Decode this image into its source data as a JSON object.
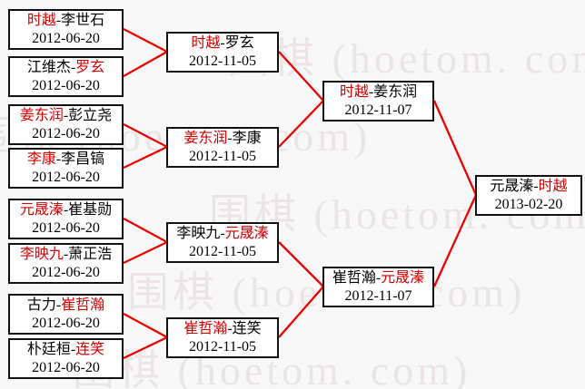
{
  "ui": {
    "separator": "-"
  },
  "watermark": {
    "text": "围棋 (hoetom. com)"
  },
  "colors": {
    "background": "#f8f8f8",
    "box_border": "#111111",
    "winner_text": "#d40000",
    "normal_text": "#000000",
    "connector_line": "#ee0000",
    "watermark_text": "#eae4e4"
  },
  "matches": [
    {
      "round": 1,
      "p1": "时越",
      "p2": "李世石",
      "date": "2012-06-20",
      "winner": 1
    },
    {
      "round": 1,
      "p1": "江维杰",
      "p2": "罗玄",
      "date": "2012-06-20",
      "winner": 2
    },
    {
      "round": 1,
      "p1": "姜东润",
      "p2": "彭立尧",
      "date": "2012-06-20",
      "winner": 1
    },
    {
      "round": 1,
      "p1": "李康",
      "p2": "李昌镐",
      "date": "2012-06-20",
      "winner": 1
    },
    {
      "round": 1,
      "p1": "元晟溱",
      "p2": "崔基勋",
      "date": "2012-06-20",
      "winner": 1
    },
    {
      "round": 1,
      "p1": "李映九",
      "p2": "萧正浩",
      "date": "2012-06-20",
      "winner": 1
    },
    {
      "round": 1,
      "p1": "古力",
      "p2": "崔哲瀚",
      "date": "2012-06-20",
      "winner": 2
    },
    {
      "round": 1,
      "p1": "朴廷桓",
      "p2": "连笑",
      "date": "2012-06-20",
      "winner": 2
    },
    {
      "round": 2,
      "p1": "时越",
      "p2": "罗玄",
      "date": "2012-11-05",
      "winner": 1
    },
    {
      "round": 2,
      "p1": "姜东润",
      "p2": "李康",
      "date": "2012-11-05",
      "winner": 1
    },
    {
      "round": 2,
      "p1": "李映九",
      "p2": "元晟溱",
      "date": "2012-11-05",
      "winner": 2
    },
    {
      "round": 2,
      "p1": "崔哲瀚",
      "p2": "连笑",
      "date": "2012-11-05",
      "winner": 1
    },
    {
      "round": 3,
      "p1": "时越",
      "p2": "姜东润",
      "date": "2012-11-07",
      "winner": 1
    },
    {
      "round": 3,
      "p1": "崔哲瀚",
      "p2": "元晟溱",
      "date": "2012-11-07",
      "winner": 2
    },
    {
      "round": 4,
      "p1": "元晟溱",
      "p2": "时越",
      "date": "2013-02-20",
      "winner": 2
    }
  ]
}
